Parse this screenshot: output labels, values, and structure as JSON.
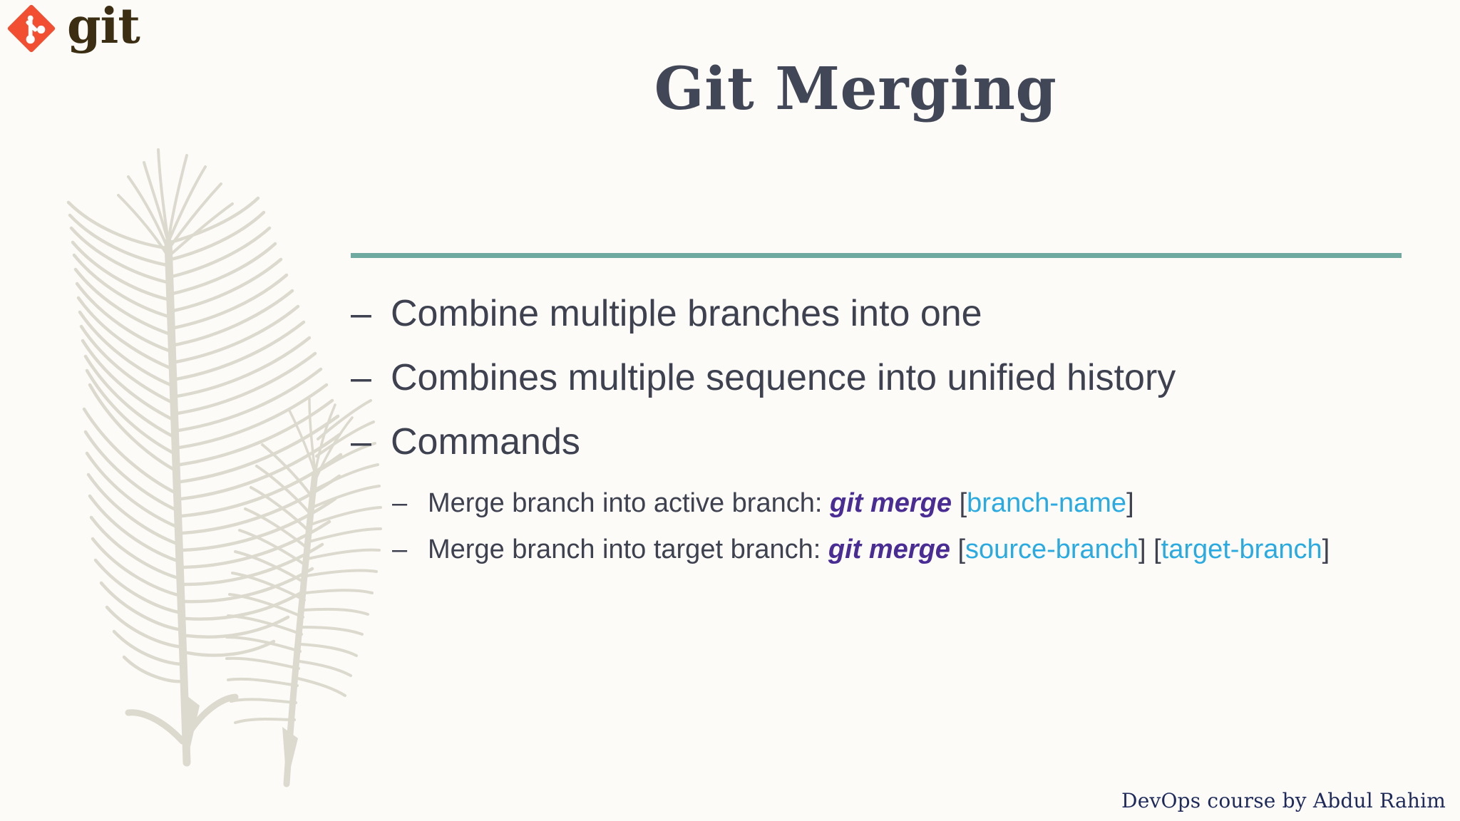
{
  "slide": {
    "background_color": "#fdfbf7",
    "title": "Git Merging",
    "title_color": "#424757",
    "rule_color": "#6faaa0",
    "footer": "DevOps course by Abdul Rahim"
  },
  "logo": {
    "wordmark": "git",
    "mark_color": "#f14e32",
    "wordmark_color": "#3c2e12",
    "icon_name": "git-logo-icon"
  },
  "decoration": {
    "name": "feather-illustration",
    "color": "#dcdace"
  },
  "bullets": [
    {
      "level": 1,
      "marker": "–",
      "text": "Combine multiple branches into one"
    },
    {
      "level": 1,
      "marker": "–",
      "text": "Combines multiple sequence into unified history"
    },
    {
      "level": 1,
      "marker": "–",
      "text": "Commands"
    }
  ],
  "subbullets": [
    {
      "level": 2,
      "marker": "–",
      "label": "Merge branch into active branch: ",
      "command": "git merge",
      "args": [
        {
          "open": " [",
          "name": "branch-name",
          "close": "]"
        }
      ]
    },
    {
      "level": 2,
      "marker": "–",
      "label": "Merge branch into target branch: ",
      "command": "git merge",
      "args": [
        {
          "open": " [",
          "name": "source-branch",
          "close": "]"
        },
        {
          "open": " [",
          "name": "target-branch",
          "close": "]"
        }
      ]
    }
  ],
  "colors": {
    "command": "#4a2d94",
    "argument": "#29abe2",
    "bracket": "#3e4250",
    "body_text": "#3e4250"
  }
}
